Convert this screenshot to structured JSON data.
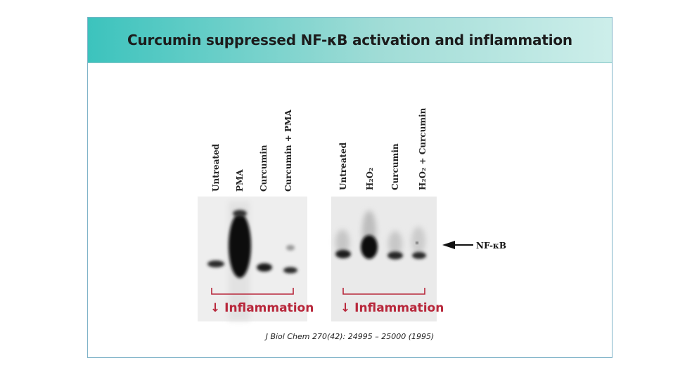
{
  "title": "Curcumin suppressed NF-κB activation and inflammation",
  "left_panel": {
    "lanes": [
      "Untreated",
      "PMA",
      "Curcumin",
      "Curcumin + PMA"
    ],
    "annotation": "↓ Inflammation"
  },
  "right_panel": {
    "lanes": [
      "Untreated",
      "H₂O₂",
      "Curcumin",
      "H₂O₂ + Curcumin"
    ],
    "annotation": "↓ Inflammation"
  },
  "marker_label": "NF-κB",
  "citation": "J Biol Chem 270(42): 24995 – 25000 (1995)",
  "colors": {
    "annotation": "#b8273b",
    "header_start": "#3cc3bd",
    "header_end": "#cdeeea"
  }
}
